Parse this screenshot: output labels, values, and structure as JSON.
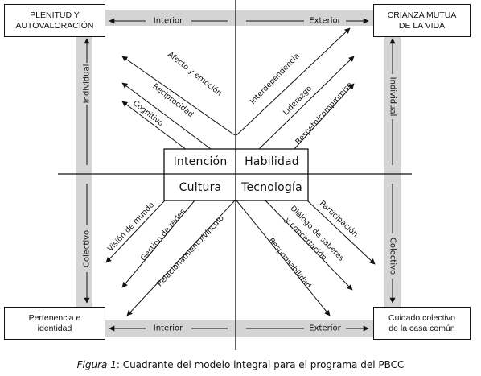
{
  "corners": {
    "top_left": [
      "PLENITUD Y",
      "AUTOVALORACIÓN"
    ],
    "top_right": [
      "CRIANZA MUTUA",
      "DE LA VIDA"
    ],
    "bottom_left": [
      "Pertenencia e",
      "identidad"
    ],
    "bottom_right": [
      "Cuidado colectivo",
      "de la casa común"
    ]
  },
  "center": {
    "top_left": "Intención",
    "top_right": "Habilidad",
    "bottom_left": "Cultura",
    "bottom_right": "Tecnología"
  },
  "frame_labels": {
    "top_left": "Interior",
    "top_right": "Exterior",
    "bottom_left": "Interior",
    "bottom_right": "Exterior",
    "left_top": "Individual",
    "left_bottom": "Colectivo",
    "right_top": "Individual",
    "right_bottom": "Colectivo"
  },
  "diagonals": {
    "upper_left": [
      "Afecto y emoción",
      "Reciprocidad",
      "Cognitivo"
    ],
    "upper_right": [
      "Interdependencia",
      "Liderazgo",
      "Respeto/compromiso"
    ],
    "lower_left": [
      "Visión de mundo",
      "Gestión de redes",
      "Relacionamiento/vínculo"
    ],
    "lower_right": [
      "Participación",
      "Diálogo de saberes",
      "y concertación",
      "Responsabilidad"
    ]
  },
  "caption": {
    "label": "Figura 1",
    "text": ": Cuadrante del modelo integral para el programa del PBCC"
  }
}
